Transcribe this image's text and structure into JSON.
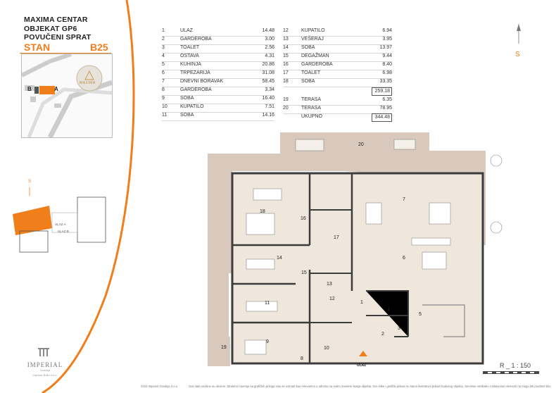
{
  "header": {
    "line1": "MAXIMA CENTAR",
    "line2": "OBJEKAT GP6",
    "line3": "POVUČENI SPRAT",
    "stan_label": "STAN",
    "apartment_code": "B25"
  },
  "rooms_left": [
    {
      "n": "1",
      "name": "ULAZ",
      "area": "14.48"
    },
    {
      "n": "2",
      "name": "GARDEROBA",
      "area": "3.00"
    },
    {
      "n": "3",
      "name": "TOALET",
      "area": "2.56"
    },
    {
      "n": "4",
      "name": "OSTAVA",
      "area": "4.31"
    },
    {
      "n": "5",
      "name": "KUHINJA",
      "area": "20.86"
    },
    {
      "n": "6",
      "name": "TRPEZARIJA",
      "area": "31.08"
    },
    {
      "n": "7",
      "name": "DNEVNI BORAVAK",
      "area": "58.45"
    },
    {
      "n": "8",
      "name": "GARDEROBA",
      "area": "3.34"
    },
    {
      "n": "9",
      "name": "SOBA",
      "area": "16.40"
    },
    {
      "n": "10",
      "name": "KUPATILO",
      "area": "7.51"
    },
    {
      "n": "11",
      "name": "SOBA",
      "area": "14.16"
    }
  ],
  "rooms_right": [
    {
      "n": "12",
      "name": "KUPATILO",
      "area": "6.94"
    },
    {
      "n": "13",
      "name": "VEŠERAJ",
      "area": "3.95"
    },
    {
      "n": "14",
      "name": "SOBA",
      "area": "13.97"
    },
    {
      "n": "15",
      "name": "DEGAŽMAN",
      "area": "9.44"
    },
    {
      "n": "16",
      "name": "GARDEROBA",
      "area": "8.40"
    },
    {
      "n": "17",
      "name": "TOALET",
      "area": "6.98"
    },
    {
      "n": "18",
      "name": "SOBA",
      "area": "33.35"
    }
  ],
  "subtotal": "259.18",
  "terraces": [
    {
      "n": "19",
      "name": "TERASA",
      "area": "6.35"
    },
    {
      "n": "20",
      "name": "TERASA",
      "area": "78.95"
    }
  ],
  "total": {
    "name": "UKUPNO",
    "area": "344.48"
  },
  "compass": {
    "label": "S"
  },
  "keyplan": {
    "compass": "S",
    "ulaz_a": "ULAZ A",
    "ulaz_b": "ULAZ B"
  },
  "location_map": {
    "label_b": "B",
    "label_a": "A",
    "logo": "MAXIMA"
  },
  "plan": {
    "entrance": "ULAZ",
    "rooms": [
      "1",
      "2",
      "3",
      "4",
      "5",
      "6",
      "7",
      "8",
      "9",
      "10",
      "11",
      "12",
      "13",
      "14",
      "15",
      "16",
      "17",
      "18",
      "19",
      "20"
    ]
  },
  "scale": "R _ 1 : 150",
  "brand": {
    "name": "IMPERIAL",
    "sub": "Gradnja",
    "partner": "Capture Build d.o.o."
  },
  "footer": {
    "copyright": "©GD Imperial Gradnja d.o.o.",
    "disclaimer": "Sva data vezitine su okvirne. Direktno merenje sa grafičkih priloga nisu se uzimati kao relevantno u odnosu na realni izvedeni stanja objekta. Sve slike i grafički prikazi su samo ilustrativni prikazi budućeg objekta. Servisne vertikale i instalacioni elementi na mogu biti predmet bilo kakve promene."
  },
  "colors": {
    "accent": "#f07e1b",
    "terrace": "#d9c9bd",
    "wall": "#3c3c3c",
    "floor": "#e9ddd2"
  }
}
